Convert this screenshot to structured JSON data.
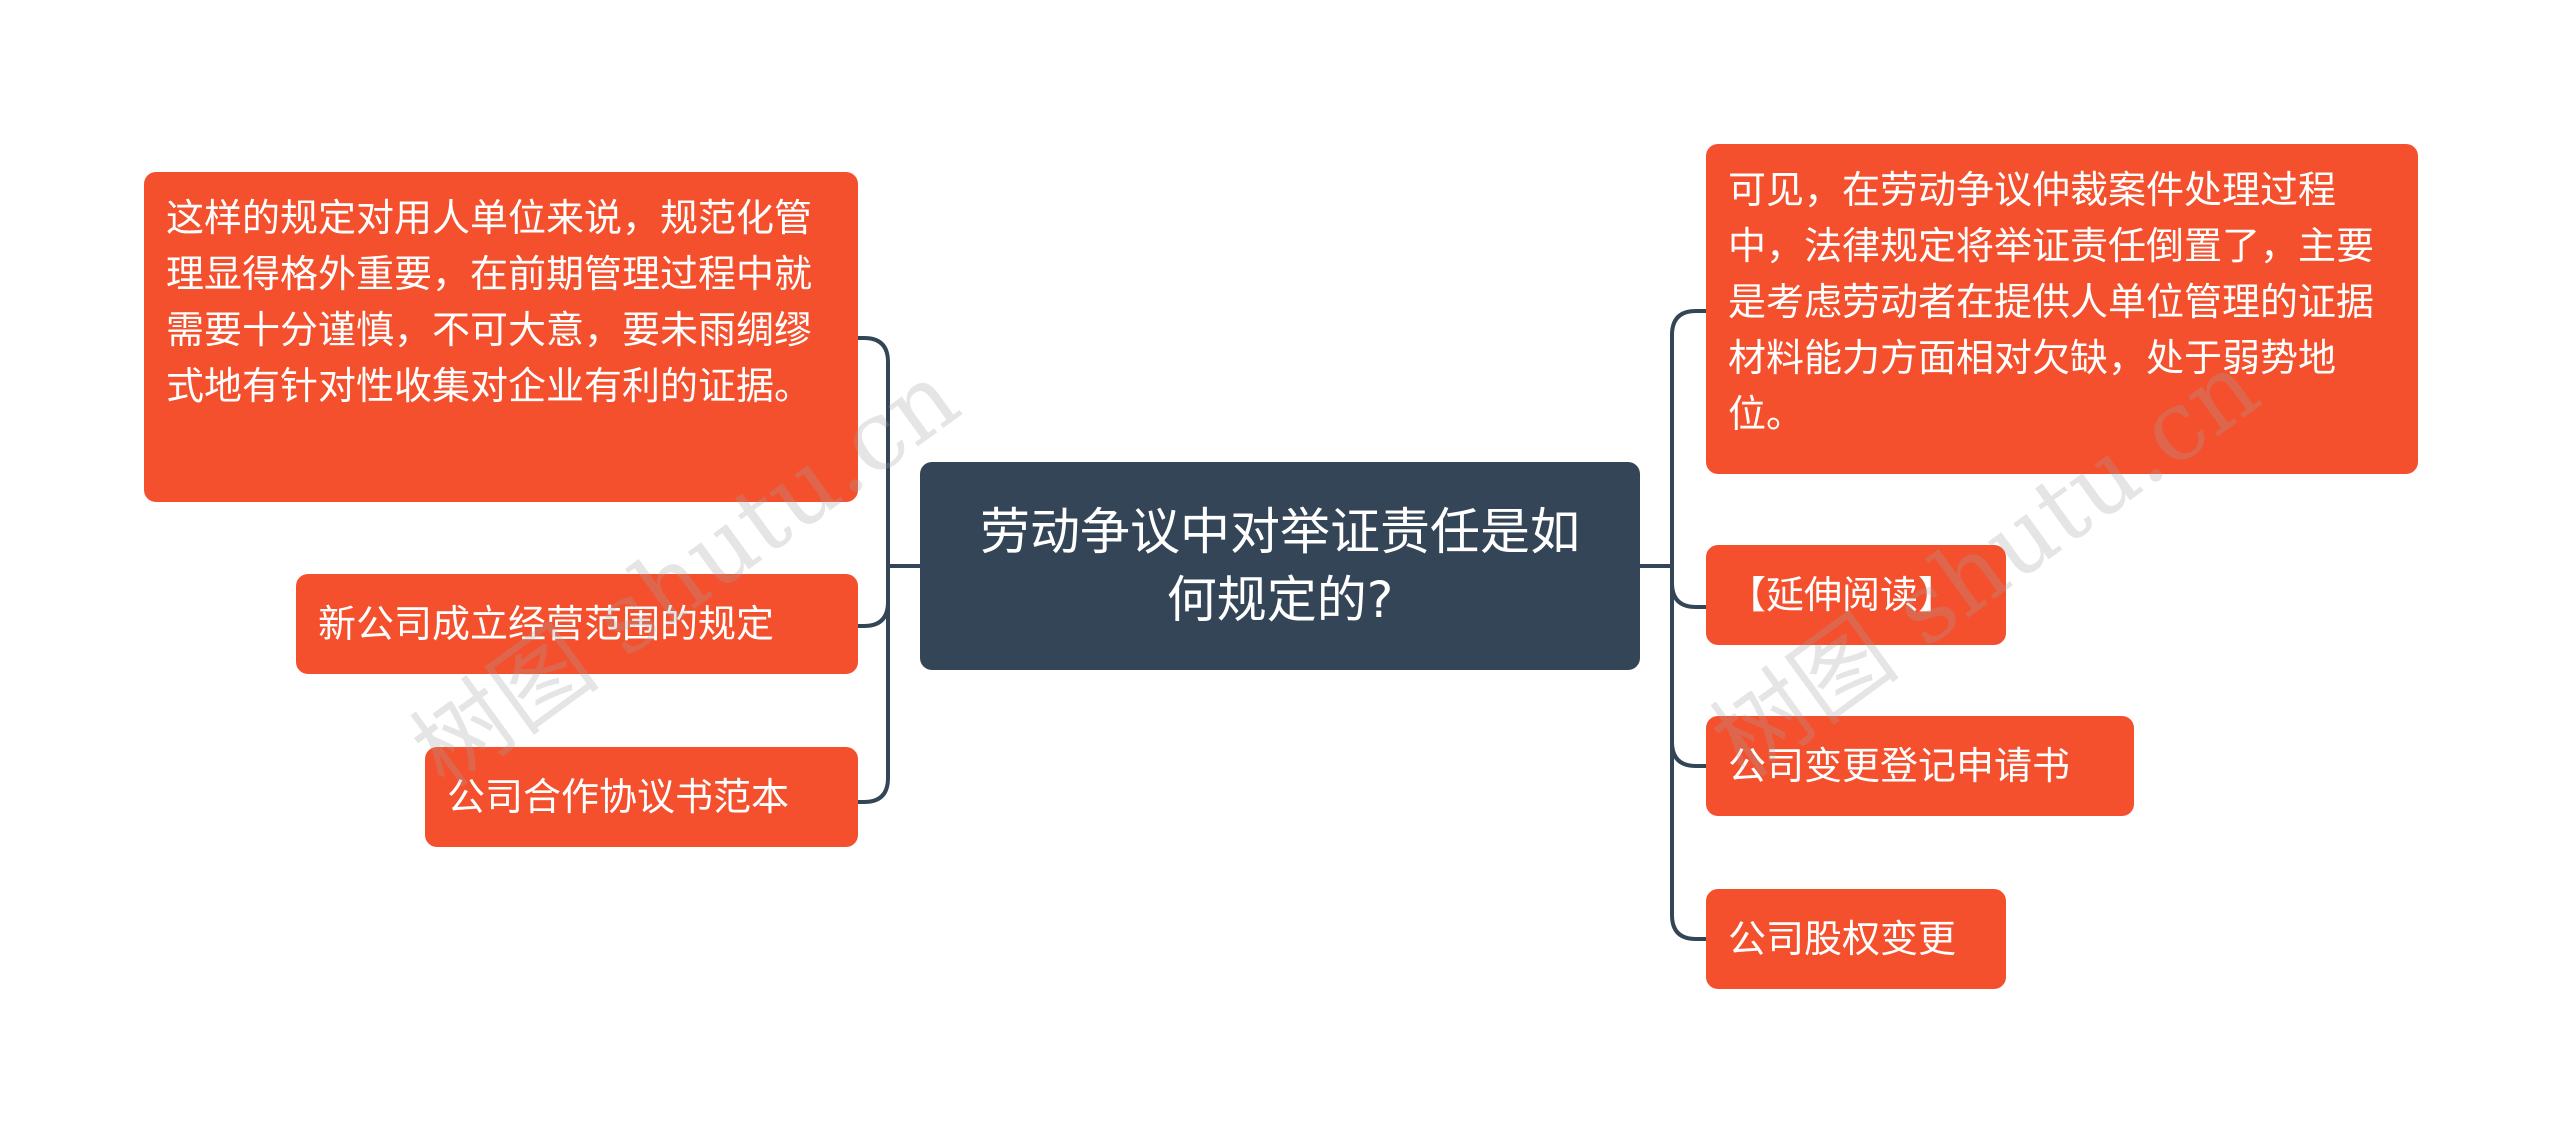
{
  "central": {
    "title": "劳动争议中对举证责任是如何规定的?"
  },
  "left_topics": [
    {
      "text": "这样的规定对用人单位来说，规范化管理显得格外重要，在前期管理过程中就需要十分谨慎，不可大意，要未雨绸缪式地有针对性收集对企业有利的证据。"
    },
    {
      "text": "新公司成立经营范围的规定"
    },
    {
      "text": "公司合作协议书范本"
    }
  ],
  "right_topics": [
    {
      "text": "可见，在劳动争议仲裁案件处理过程中，法律规定将举证责任倒置了，主要是考虑劳动者在提供人单位管理的证据材料能力方面相对欠缺，处于弱势地位。"
    },
    {
      "text": "【延伸阅读】"
    },
    {
      "text": "公司变更登记申请书"
    },
    {
      "text": "公司股权变更"
    }
  ],
  "watermarks": [
    {
      "text": "树图 shutu.cn"
    },
    {
      "text": "树图 shutu.cn"
    }
  ],
  "colors": {
    "topic_fill": "#f4502d",
    "central_fill": "#334556",
    "connector": "#334556",
    "text": "#ffffff"
  }
}
